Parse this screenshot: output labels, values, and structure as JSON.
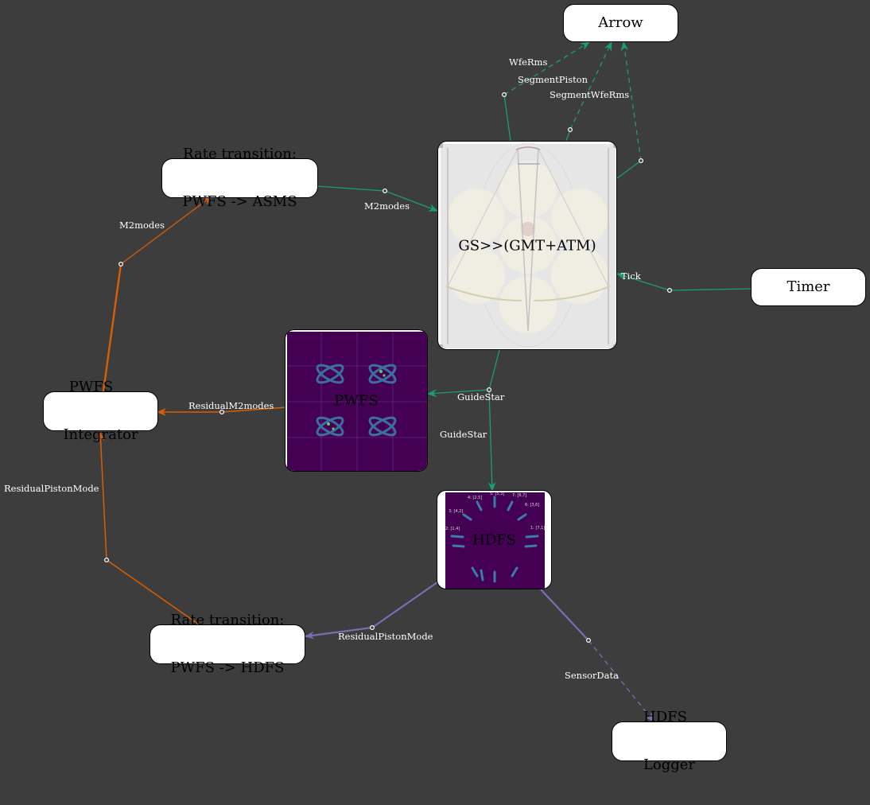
{
  "nodes": {
    "arrow": "Arrow",
    "rate_asms_line1": "Rate transition:",
    "rate_asms_line2": "PWFS -> ASMS",
    "gs_gmt_atm": "GS>>(GMT+ATM)",
    "timer": "Timer",
    "pwfs": "PWFS",
    "pwfs_integrator_line1": "PWFS",
    "pwfs_integrator_line2": "Integrator",
    "hdfs": "HDFS",
    "rate_hdfs_line1": "Rate transition:",
    "rate_hdfs_line2": "PWFS -> HDFS",
    "hdfs_logger_line1": "HDFS",
    "hdfs_logger_line2": "Logger"
  },
  "edge_labels": {
    "wfe_rms": "WfeRms",
    "segment_piston": "SegmentPiston",
    "segment_wfe_rms": "SegmentWfeRms",
    "m2modes_top": "M2modes",
    "m2modes_left": "M2modes",
    "tick": "Tick",
    "residual_m2modes": "ResidualM2modes",
    "guidestar_pwfs": "GuideStar",
    "guidestar_hdfs": "GuideStar",
    "residual_piston_mode_left": "ResidualPistonMode",
    "residual_piston_mode_bottom": "ResidualPistonMode",
    "sensor_data": "SensorData"
  },
  "hdfs_segment_labels": [
    "1: [7,1]",
    "2: [1,4]",
    "3: [4,2]",
    "4: [2,5]",
    "5: [5,3]",
    "7: [6,7]",
    "6: [3,6]"
  ],
  "colors": {
    "background": "#3d3d3d",
    "green_edge": "#1b9e77",
    "orange_edge": "#d95f02",
    "purple_edge": "#7570b3",
    "viridis_bg": "#440154"
  }
}
